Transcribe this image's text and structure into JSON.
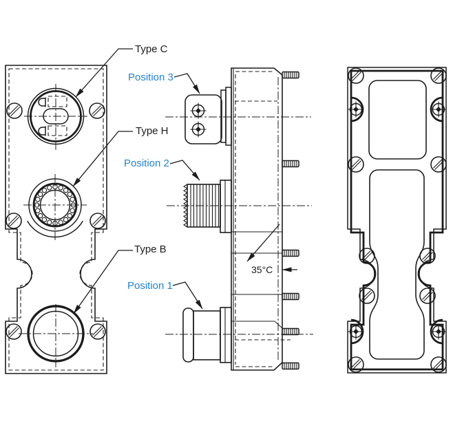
{
  "drawing": {
    "callouts": {
      "type_c": "Type C",
      "type_h": "Type H",
      "type_b": "Type B",
      "position_3": "Position 3",
      "position_2": "Position 2",
      "position_1": "Position 1",
      "temperature": "35°C"
    },
    "colors": {
      "background": "#ffffff",
      "line": "#1c1c1c",
      "type_label_text": "#1c1c1c",
      "position_label_text": "#2484cf"
    }
  }
}
